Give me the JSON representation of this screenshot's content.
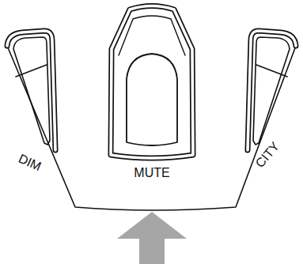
{
  "diagram": {
    "labels": [
      "DIM",
      "MUTE",
      "CITY"
    ]
  }
}
